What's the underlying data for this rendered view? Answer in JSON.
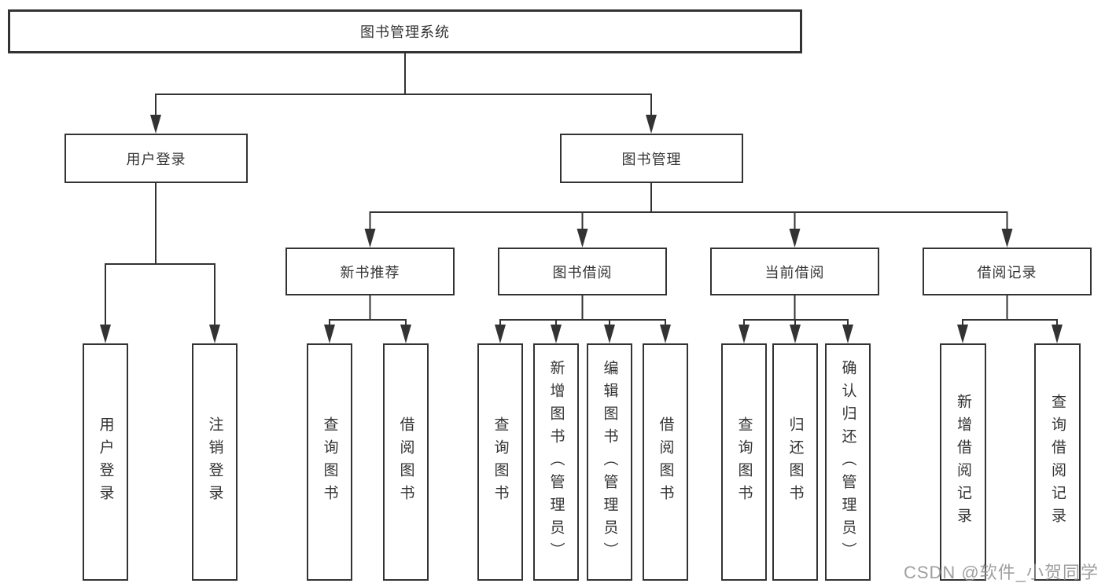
{
  "diagram": {
    "root": "图书管理系统",
    "branches": [
      {
        "label": "用户登录",
        "children": [
          "用户登录",
          "注销登录"
        ]
      },
      {
        "label": "图书管理",
        "sections": [
          {
            "label": "新书推荐",
            "children": [
              "查询图书",
              "借阅图书"
            ]
          },
          {
            "label": "图书借阅",
            "children": [
              "查询图书",
              "新增图书（管理员）",
              "编辑图书（管理员）",
              "借阅图书"
            ]
          },
          {
            "label": "当前借阅",
            "children": [
              "查询图书",
              "归还图书",
              "确认归还（管理员）"
            ]
          },
          {
            "label": "借阅记录",
            "children": [
              "新增借阅记录",
              "查询借阅记录"
            ]
          }
        ]
      }
    ],
    "colors": {
      "line": "#333333",
      "box_border": "#333333",
      "text": "#333333",
      "background": "#ffffff",
      "watermark": "#8f8f8f"
    }
  },
  "watermark": {
    "text": "CSDN @软件_小贺同学"
  }
}
